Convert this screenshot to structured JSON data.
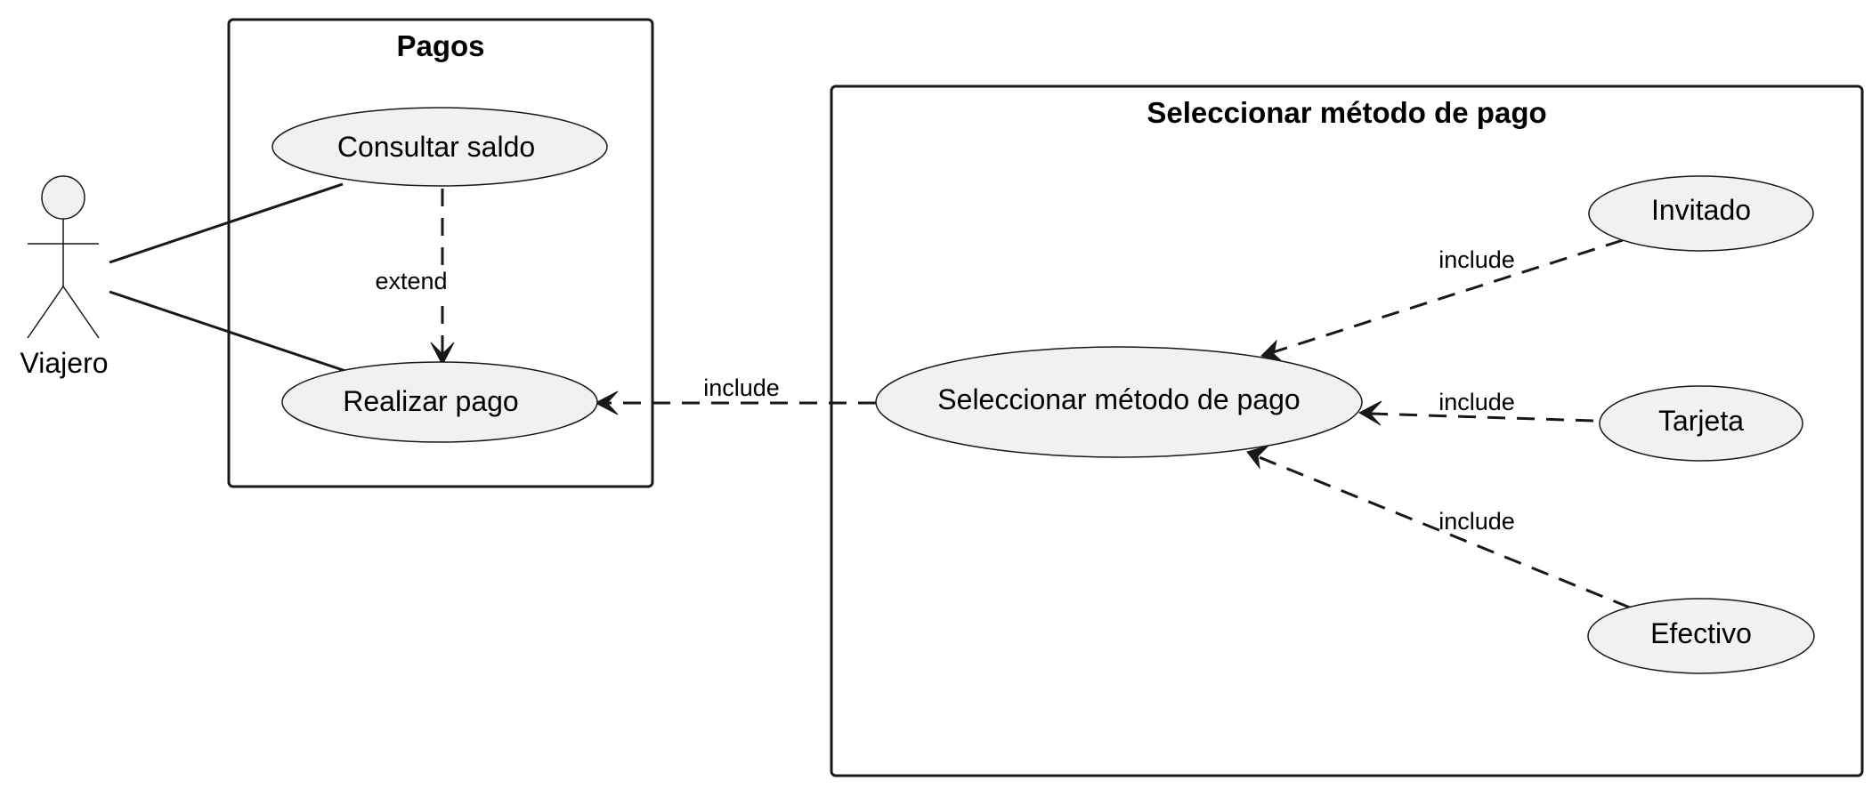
{
  "actor": {
    "name": "Viajero"
  },
  "packages": {
    "pagos": {
      "title": "Pagos"
    },
    "seleccionar": {
      "title": "Seleccionar método de pago"
    }
  },
  "use_cases": {
    "consultar_saldo": "Consultar saldo",
    "realizar_pago": "Realizar pago",
    "seleccionar_metodo": "Seleccionar método de pago",
    "invitado": "Invitado",
    "tarjeta": "Tarjeta",
    "efectivo": "Efectivo"
  },
  "relations": {
    "extend": "extend",
    "include_pago": "include",
    "include_invitado": "include",
    "include_tarjeta": "include",
    "include_efectivo": "include"
  },
  "colors": {
    "use_case_fill": "#f1f1f1",
    "stroke": "#181818",
    "background": "#ffffff"
  }
}
